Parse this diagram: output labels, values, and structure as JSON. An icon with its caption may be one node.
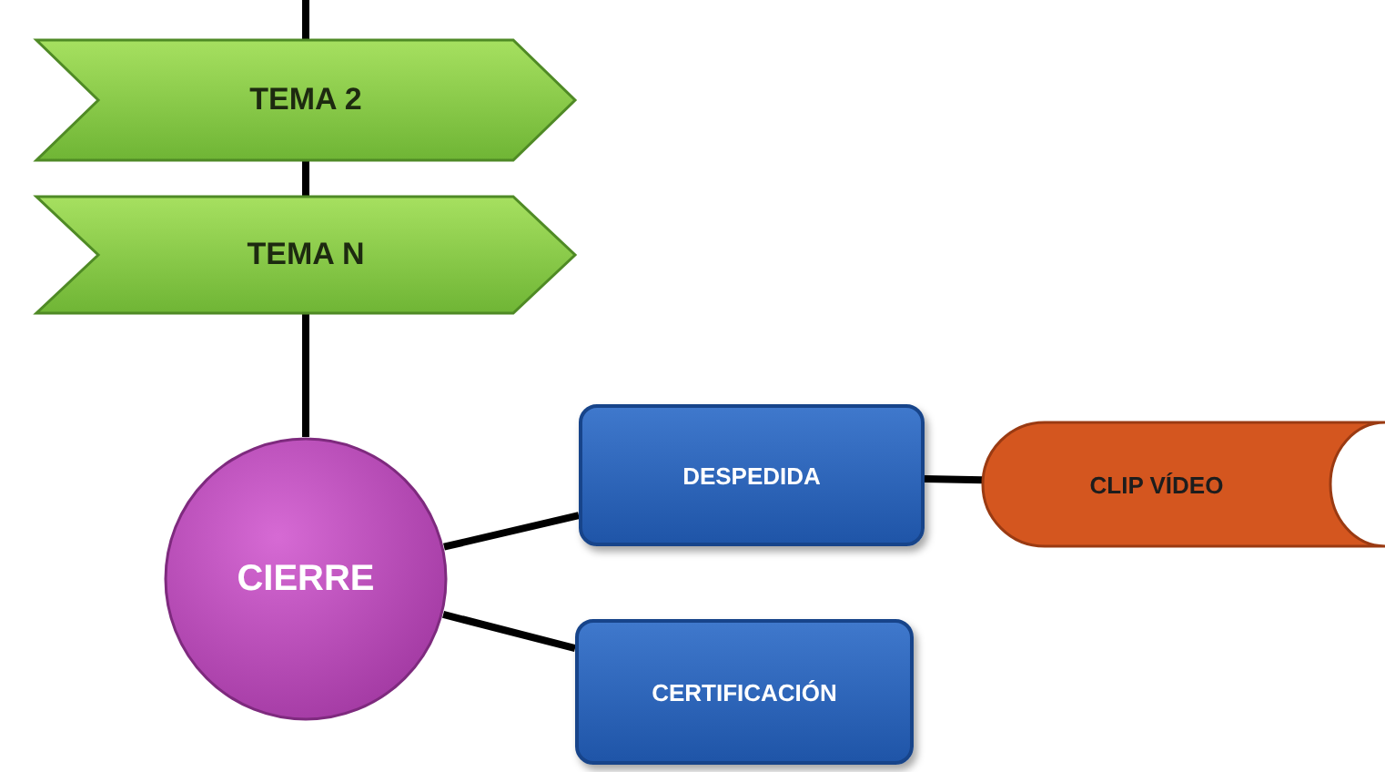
{
  "diagram": {
    "nodes": [
      {
        "text": [
          "TEMA 2"
        ]
      },
      {
        "text": [
          "TEMA N"
        ]
      },
      {
        "text": [
          "CIERRE"
        ]
      },
      {
        "text": [
          "DESPEDIDA"
        ]
      },
      {
        "text": [
          "CLIP VÍDEO"
        ]
      },
      {
        "text": [
          "CERTIFICACIÓN"
        ]
      }
    ],
    "edges": [
      {
        "from": null,
        "to": 0,
        "arrow": "none"
      },
      {
        "from": 0,
        "to": 1,
        "arrow": "none"
      },
      {
        "from": 1,
        "to": 2,
        "arrow": "none"
      },
      {
        "from": 2,
        "to": 3,
        "arrow": "none"
      },
      {
        "from": 3,
        "to": 4,
        "arrow": "none"
      },
      {
        "from": 2,
        "to": 5,
        "arrow": "none"
      }
    ]
  }
}
